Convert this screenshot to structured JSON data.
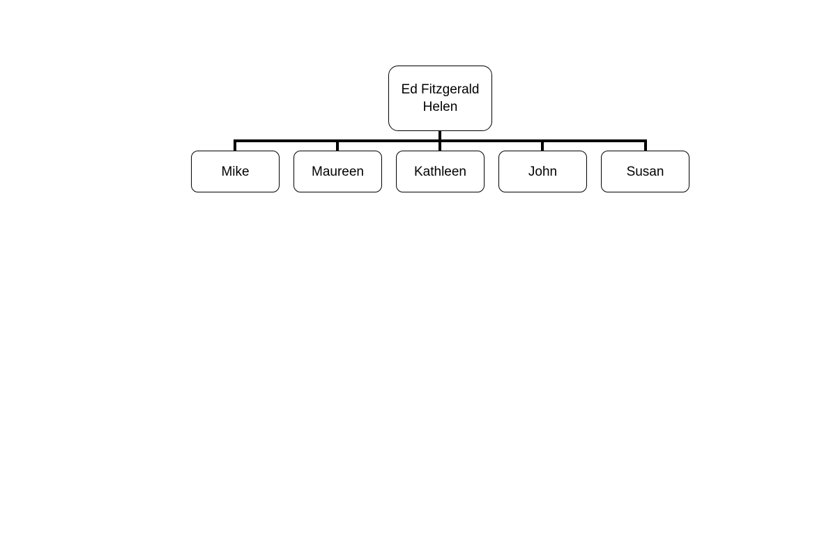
{
  "root": {
    "line1": "Ed Fitzgerald",
    "line2": "Helen"
  },
  "children": [
    {
      "label": "Mike"
    },
    {
      "label": "Maureen"
    },
    {
      "label": "Kathleen"
    },
    {
      "label": "John"
    },
    {
      "label": "Susan"
    }
  ],
  "colors": {
    "line": "#000000",
    "box_border": "#000000",
    "background": "#ffffff"
  }
}
